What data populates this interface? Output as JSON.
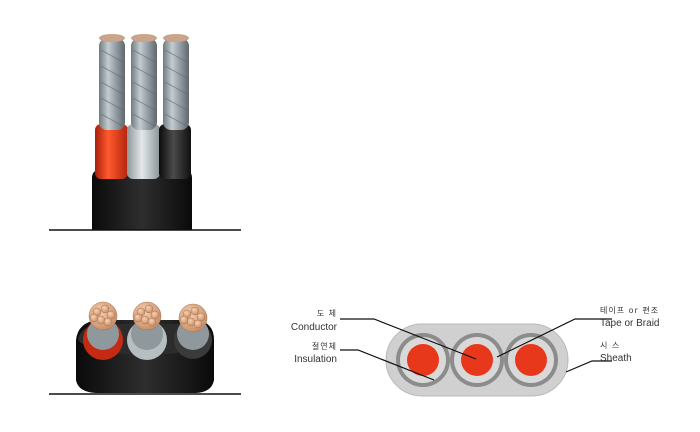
{
  "labels": {
    "conductor": {
      "ko": "도 체",
      "en": "Conductor"
    },
    "insulation": {
      "ko": "절연체",
      "en": "Insulation"
    },
    "tape_braid": {
      "ko": "테이프 or 편조",
      "en": "Tape or Braid"
    },
    "sheath": {
      "ko": "시 스",
      "en": "Sheath"
    }
  },
  "colors": {
    "sheath_black": "#161616",
    "insulation_red": "#e2361a",
    "insulation_grey": "#bcc4c8",
    "insulation_dark": "#2a2a2a",
    "conductor_steel": "#9aa4aa",
    "copper_strand": "#d9a27a",
    "section_sheath": "#c9c9c9",
    "section_conductor": "#e8381b",
    "leader_line": "#111111"
  },
  "cores": [
    {
      "insulation": "red"
    },
    {
      "insulation": "grey"
    },
    {
      "insulation": "black"
    }
  ]
}
